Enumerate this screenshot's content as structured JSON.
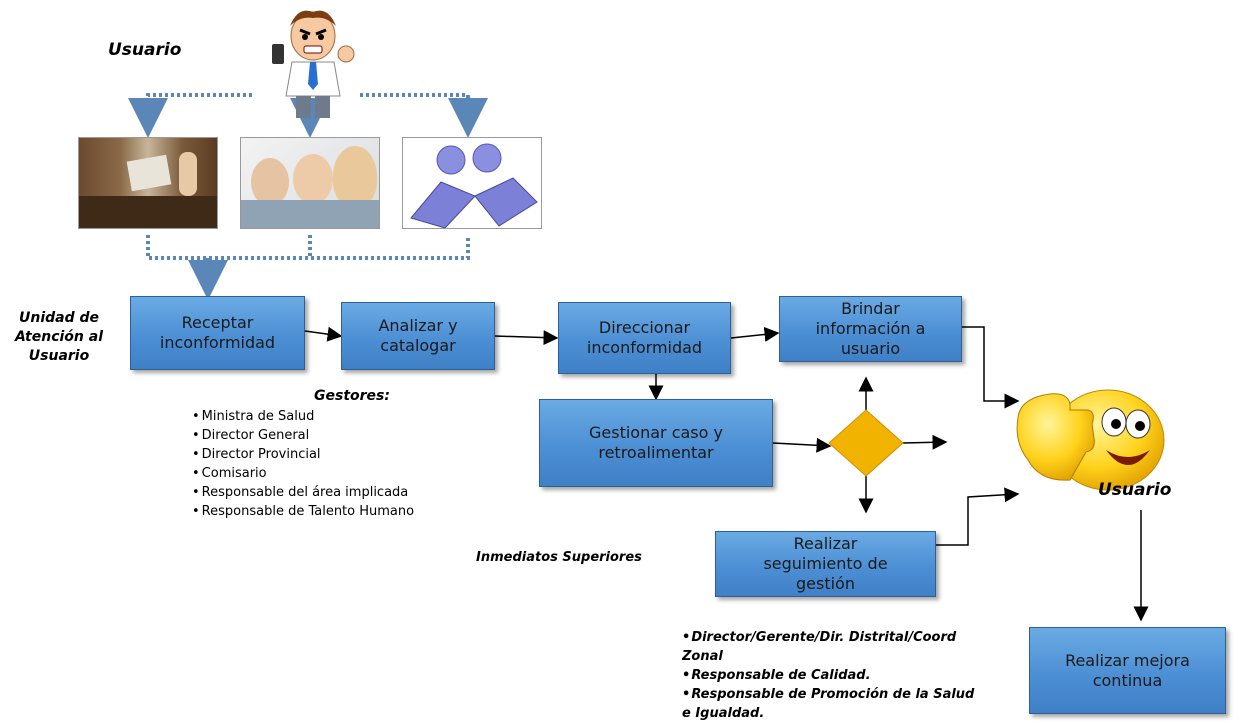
{
  "labels": {
    "usuario_top": "Usuario",
    "unidad": "Unidad de\nAtención al\nUsuario",
    "gestores_title": "Gestores:",
    "inmediatos": "Inmediatos Superiores",
    "usuario_right": "Usuario"
  },
  "boxes": {
    "receptar": "Receptar\ninconformidad",
    "analizar": "Analizar y\ncatalogar",
    "direccionar": "Direccionar\ninconformidad",
    "brindar": "Brindar\ninformación a\nusuario",
    "gestionar": "Gestionar caso y\nretroalimentar",
    "seguimiento": "Realizar\nseguimiento de\ngestión",
    "mejora": "Realizar mejora\ncontinua"
  },
  "gestores": [
    "Ministra de Salud",
    "Director General",
    "Director Provincial",
    "Comisario",
    "Responsable del área implicada",
    "Responsable de Talento Humano"
  ],
  "superiores": {
    "line1": "Director/Gerente/Dir. Distrital/Coord",
    "line1b": "Zonal",
    "line2": "Responsable de Calidad.",
    "line3": "Responsable de Promoción de la Salud",
    "line3b": "e Igualdad."
  },
  "colors": {
    "box_fill": "#4d8fd4",
    "dotted_connector": "#5b86b8",
    "diamond": "#f2b200"
  },
  "icons": [
    "angry-user-icon",
    "service-counter-photo-icon",
    "call-center-photo-icon",
    "online-chat-icon",
    "thumbs-up-emoji-icon"
  ]
}
